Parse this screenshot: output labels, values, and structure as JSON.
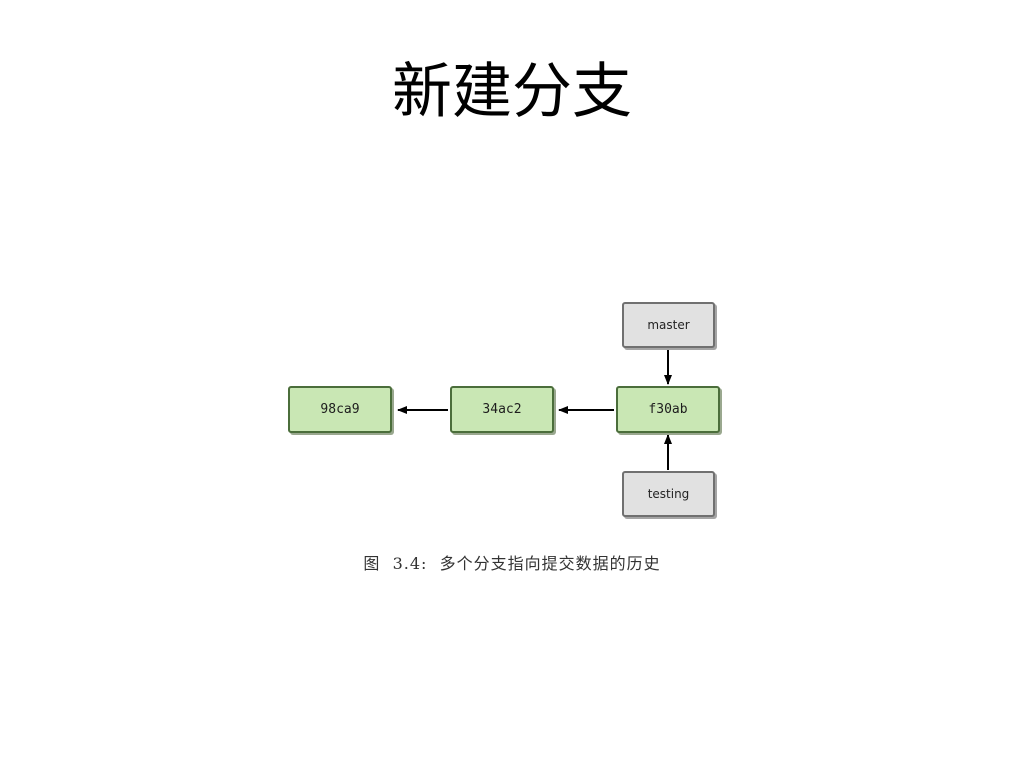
{
  "slide": {
    "title": "新建分支",
    "caption": "图  3.4:  多个分支指向提交数据的历史"
  },
  "diagram": {
    "commits": [
      {
        "id": "98ca9"
      },
      {
        "id": "34ac2"
      },
      {
        "id": "f30ab"
      }
    ],
    "branches": [
      {
        "name": "master",
        "points_to": "f30ab"
      },
      {
        "name": "testing",
        "points_to": "f30ab"
      }
    ],
    "edges": [
      {
        "from": "34ac2",
        "to": "98ca9"
      },
      {
        "from": "f30ab",
        "to": "34ac2"
      }
    ]
  },
  "colors": {
    "commit_fill": "#c9e7b4",
    "commit_border": "#4b6e3b",
    "branch_fill": "#e1e1e1",
    "branch_border": "#707070",
    "arrow": "#000000"
  }
}
